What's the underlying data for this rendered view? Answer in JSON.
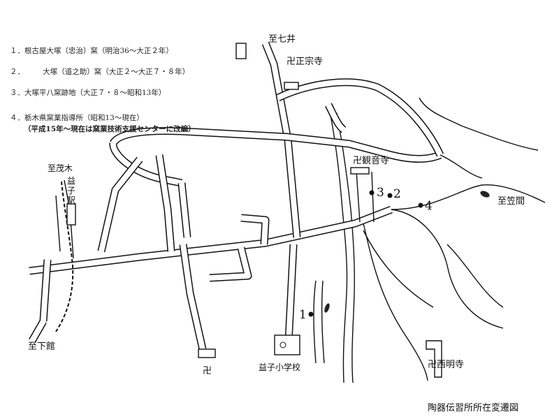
{
  "legend": {
    "item1": "１．根古屋大塚（忠治）窯（明治36～大正２年）",
    "item2": "２．　　　大塚（道之助）窯（大正２～大正７・８年）",
    "item3": "３．大塚平八窯跡地（大正７・８～昭和13年）",
    "item4_line1": "４．栃木県窯業指導所（昭和13～現在）",
    "item4_line2": "（平成15年～現在は窯業技術支援センターに改編）"
  },
  "places": {
    "to_shichii": "至七井",
    "shoshuji": "卍正宗寺",
    "kannonji": "卍観音寺",
    "to_motegi": "至茂木",
    "mashiko_station_1": "益",
    "mashiko_station_2": "子",
    "mashiko_station_3": "駅",
    "to_kasama": "至笠間",
    "to_shimodate": "至下館",
    "temple_mark": "卍",
    "school": "益子小学校",
    "saimyoji": "卍西明寺"
  },
  "sites": {
    "site1": "1",
    "site2": "2",
    "site3": "3",
    "site4": "4"
  },
  "caption": "陶器伝習所所在変遷図"
}
